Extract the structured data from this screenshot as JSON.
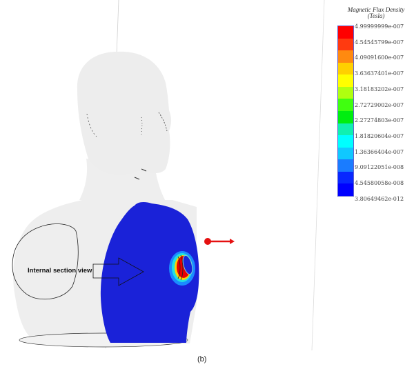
{
  "figure": {
    "caption": "(b)",
    "annotation": "Internal section view"
  },
  "legend": {
    "title_line1": "Magnetic Flux Density",
    "title_line2": "(Tesla)",
    "labels": [
      "4.99999999e-007",
      "4.54545799e-007",
      "4.09091600e-007",
      "3.63637401e-007",
      "3.18183202e-007",
      "2.72729002e-007",
      "2.27274803e-007",
      "1.81820604e-007",
      "1.36366404e-007",
      "9.09122051e-008",
      "4.54580058e-008",
      "3.80649462e-012"
    ],
    "colors": [
      "#ff0000",
      "#ff3a10",
      "#ff8a10",
      "#ffd000",
      "#ffff00",
      "#b0ff10",
      "#40ff10",
      "#00ee10",
      "#10f0b0",
      "#00ffff",
      "#10c8ff",
      "#1a7cff",
      "#0828ff",
      "#0000ff"
    ]
  },
  "colors": {
    "body": "#eeeeee",
    "field_low": "#1a22d8",
    "arrow": "#e51010"
  }
}
